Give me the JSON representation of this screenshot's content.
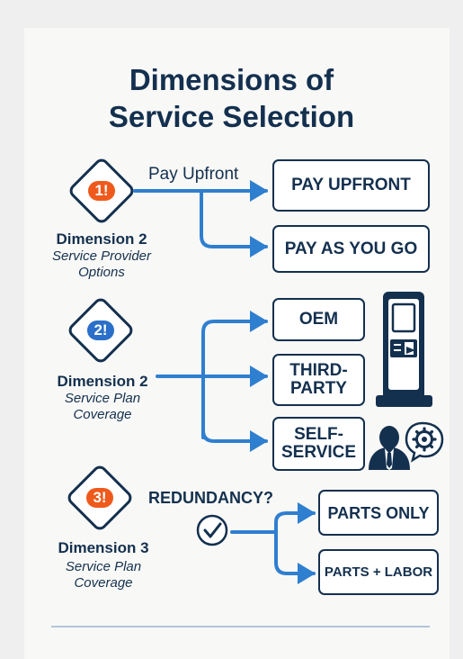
{
  "title": {
    "line1": "Dimensions of",
    "line2": "Service Selection"
  },
  "colors": {
    "navy": "#14304f",
    "blue": "#2f7fd0",
    "orange": "#ef5a1c",
    "badge_blue": "#2a6fc9"
  },
  "section1": {
    "badge": "1!",
    "label_title": "Dimension 2",
    "label_sub": "Service Provider Options",
    "arrow_label": "Pay Upfront",
    "options": [
      "PAY UPFRONT",
      "PAY AS YOU GO"
    ]
  },
  "section2": {
    "badge": "2!",
    "label_title": "Dimension 2",
    "label_sub": "Service Plan Coverage",
    "options": [
      "OEM",
      "THIRD-PARTY",
      "SELF-SERVICE"
    ],
    "icons": [
      "kiosk-icon",
      "person-icon",
      "gear-icon"
    ]
  },
  "section3": {
    "badge": "3!",
    "label_title": "Dimension 3",
    "label_sub": "Service Plan Coverage",
    "question": "REDUNDANCY?",
    "check_icon": "check-circle-icon",
    "options": [
      "PARTS ONLY",
      "PARTS + LABOR"
    ]
  }
}
